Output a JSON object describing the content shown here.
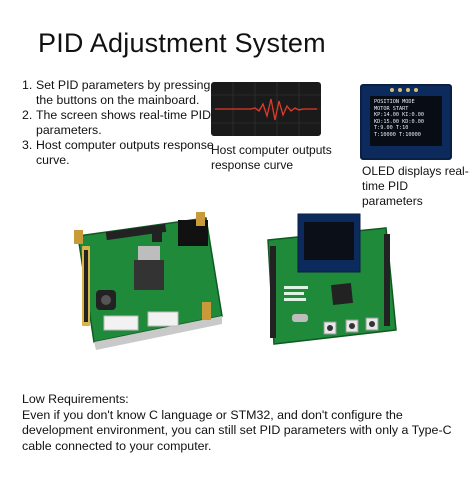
{
  "title": "PID Adjustment System",
  "steps": [
    {
      "num": "1.",
      "text": "Set PID parameters by pressing the buttons on the mainboard."
    },
    {
      "num": "2.",
      "text": "The screen shows real-time PID parameters."
    },
    {
      "num": "3.",
      "text": "Host computer outputs response curve."
    }
  ],
  "scope_caption": "Host computer outputs response curve",
  "oled": {
    "lines": [
      "POSITION MODE",
      "MOTOR START",
      "KP:14.00  KI:0.00",
      "KD:15.00  KD:0.00",
      "T:9.00   T:10",
      "T:10000  T:10000"
    ]
  },
  "oled_caption": "OLED displays real-time PID parameters",
  "requirements": {
    "heading": "Low Requirements:",
    "body": "Even if you don't know C language or STM32, and don't configure the development environment, you can still set PID parameters with only a Type-C cable connected to your computer."
  },
  "colors": {
    "board_green": "#1f8a3a",
    "trace_red": "#e03a2a",
    "oled_blue": "#0c2a5c"
  }
}
